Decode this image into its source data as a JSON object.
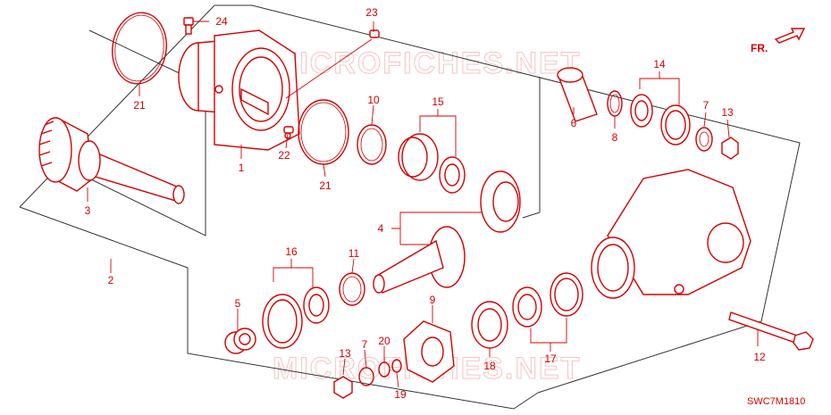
{
  "watermark": "MICROFICHES.NET",
  "direction_label": "FR.",
  "diagram_code": "SWC7M1810",
  "callouts": {
    "c1": "1",
    "c2": "2",
    "c3": "3",
    "c4": "4",
    "c5": "5",
    "c6": "6",
    "c7a": "7",
    "c7b": "7",
    "c8": "8",
    "c9": "9",
    "c10": "10",
    "c11": "11",
    "c12": "12",
    "c13a": "13",
    "c13b": "13",
    "c14": "14",
    "c15": "15",
    "c16": "16",
    "c17": "17",
    "c18": "18",
    "c19": "19",
    "c20": "20",
    "c21a": "21",
    "c21b": "21",
    "c22": "22",
    "c23": "23",
    "c24": "24"
  },
  "colors": {
    "line": "#d40000",
    "frame": "#333333",
    "watermark": "#ee8888"
  }
}
